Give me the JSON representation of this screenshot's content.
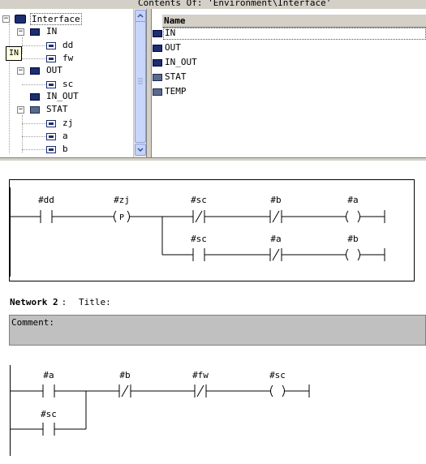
{
  "contents_title": "Contents Of: 'Environment\\Interface'",
  "tree": {
    "root": "Interface",
    "in": "IN",
    "in_children": [
      "dd",
      "fw"
    ],
    "out": "OUT",
    "out_children": [
      "sc"
    ],
    "in_out": "IN_OUT",
    "stat": "STAT",
    "stat_children": [
      "zj",
      "a",
      "b"
    ],
    "tooltip": "IN"
  },
  "list": {
    "column_name": "Name",
    "items": [
      "IN",
      "OUT",
      "IN_OUT",
      "STAT",
      "TEMP"
    ]
  },
  "network1": {
    "row1": {
      "c1": "#dd",
      "c2": "#zj",
      "c2_coil": "P",
      "c3": "#sc",
      "c4": "#b",
      "coil": "#a"
    },
    "row2": {
      "c3": "#sc",
      "c4": "#a",
      "coil": "#b"
    }
  },
  "network2": {
    "label": "Network 2",
    "colon": ":",
    "title": "Title:",
    "comment": "Comment:",
    "row1": {
      "c1": "#a",
      "c2": "#b",
      "c3": "#fw",
      "coil": "#sc"
    },
    "row2": {
      "c1": "#sc"
    }
  },
  "colors": {
    "panel_gray": "#d4d0c8",
    "comment_gray": "#c0c0c0",
    "icon_blue": "#1c2e6b",
    "scroll_blue": "#c3d3fd"
  }
}
